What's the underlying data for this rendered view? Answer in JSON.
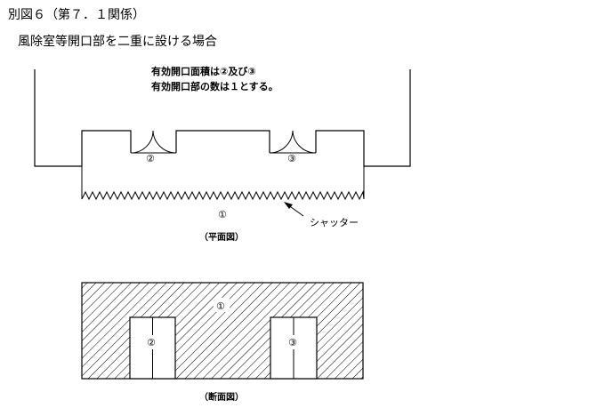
{
  "header": {
    "title": "別図６（第７．１関係）",
    "subtitle": "風除室等開口部を二重に設ける場合"
  },
  "plan": {
    "note_line1": "有効開口面積は②及び③",
    "note_line2": "有効開口部の数は１とする。",
    "label_door2": "②",
    "label_door3": "③",
    "label_shutter": "①",
    "shutter_caption": "シャッター",
    "caption": "（平面図）"
  },
  "section": {
    "label_shutter": "①",
    "label_door2": "②",
    "label_door3": "③",
    "caption": "（断面図）"
  }
}
